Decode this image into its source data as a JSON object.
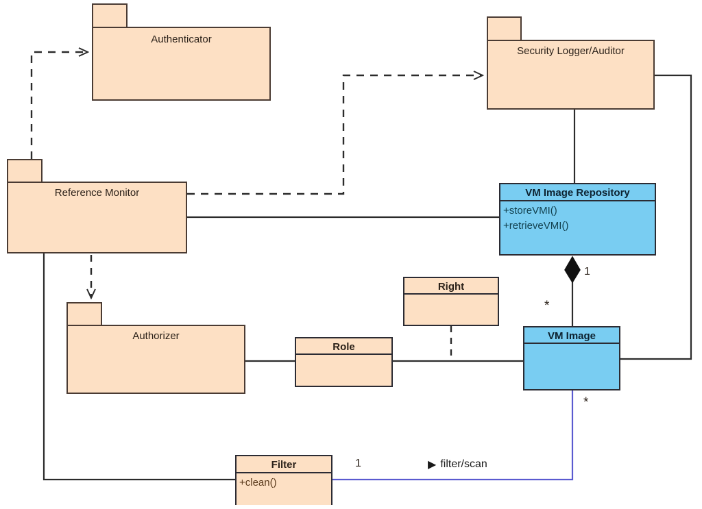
{
  "diagram": {
    "title": "Secure VM Image Repository UML class/package diagram",
    "colors": {
      "package_fill": "#fde0c4",
      "package_stroke": "#4a3b33",
      "class_blue_fill": "#79cdf2",
      "class_stroke": "#2b2b33",
      "assoc_blue": "#5a5ad0",
      "background": "#ffffff"
    }
  },
  "packages": [
    {
      "id": "authenticator",
      "label": "Authenticator"
    },
    {
      "id": "security-logger-auditor",
      "label": "Security Logger/Auditor"
    },
    {
      "id": "reference-monitor",
      "label": "Reference Monitor"
    },
    {
      "id": "authorizer",
      "label": "Authorizer"
    }
  ],
  "classes": [
    {
      "id": "vm-image-repository",
      "label": "VM Image Repository",
      "style": "blue",
      "operations": [
        "+storeVMI()",
        "+retrieveVMI()"
      ]
    },
    {
      "id": "vm-image",
      "label": "VM Image",
      "style": "blue",
      "operations": []
    },
    {
      "id": "right",
      "label": "Right",
      "style": "peach",
      "operations": []
    },
    {
      "id": "role",
      "label": "Role",
      "style": "peach",
      "operations": []
    },
    {
      "id": "filter",
      "label": "Filter",
      "style": "peach",
      "operations": [
        "+clean()"
      ]
    }
  ],
  "edge_labels": {
    "repository_multiplicity_one": "1",
    "vmimage_multiplicity_star_top": "*",
    "vmimage_multiplicity_star_bottom": "*",
    "filter_multiplicity_one": "1",
    "association_name": "filter/scan",
    "association_direction_glyph": "▶"
  },
  "relationships": [
    {
      "from": "reference-monitor",
      "to": "authenticator",
      "type": "dependency"
    },
    {
      "from": "reference-monitor",
      "to": "security-logger-auditor",
      "type": "dependency"
    },
    {
      "from": "reference-monitor",
      "to": "authorizer",
      "type": "dependency"
    },
    {
      "from": "reference-monitor",
      "to": "vm-image-repository",
      "type": "association"
    },
    {
      "from": "security-logger-auditor",
      "to": "vm-image-repository",
      "type": "association"
    },
    {
      "from": "security-logger-auditor",
      "to": "vm-image",
      "type": "association"
    },
    {
      "from": "vm-image",
      "to": "vm-image-repository",
      "type": "composition"
    },
    {
      "from": "authorizer",
      "to": "role",
      "type": "association"
    },
    {
      "from": "role",
      "to": "vm-image",
      "type": "association"
    },
    {
      "from": "right",
      "to": "role",
      "type": "dependency"
    },
    {
      "from": "reference-monitor",
      "to": "filter",
      "type": "association"
    },
    {
      "from": "filter",
      "to": "vm-image",
      "type": "association"
    }
  ]
}
